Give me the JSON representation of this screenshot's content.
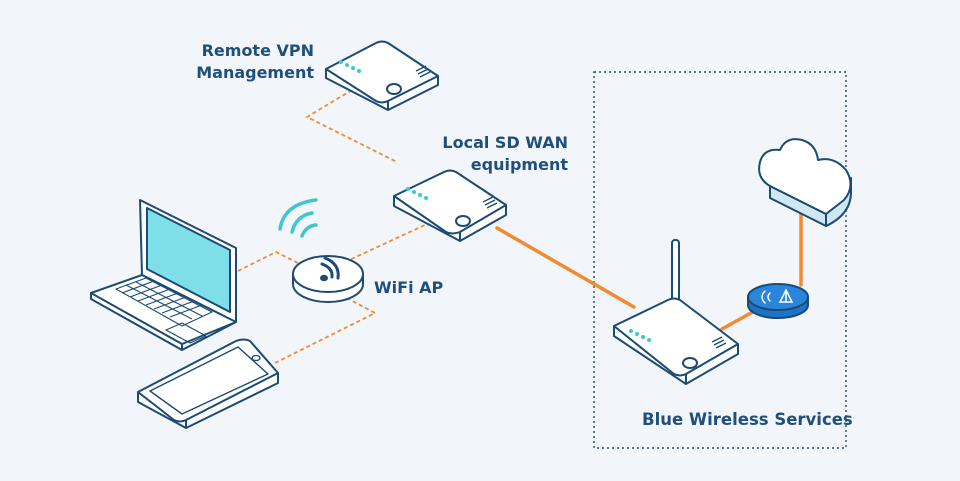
{
  "labels": {
    "remote_vpn": [
      "Remote VPN",
      "Management"
    ],
    "local_sdwan": [
      "Local SD WAN",
      "equipment"
    ],
    "wifi_ap": "WiFi AP",
    "blue_wireless": "Blue Wireless Services"
  },
  "colors": {
    "background": "#f2f5fa",
    "outline": "#1c4a73",
    "device_fill": "#ffffff",
    "orange_link": "#f28a2e",
    "screen_teal": "#7fdfe9",
    "accent_teal": "#3fc6cf",
    "antenna_blue": "#1c74c9"
  },
  "icons": [
    "router-icon",
    "laptop-icon",
    "tablet-icon",
    "wifi-access-point-icon",
    "wifi-signal-icon",
    "cloud-icon",
    "antenna-puck-icon"
  ]
}
